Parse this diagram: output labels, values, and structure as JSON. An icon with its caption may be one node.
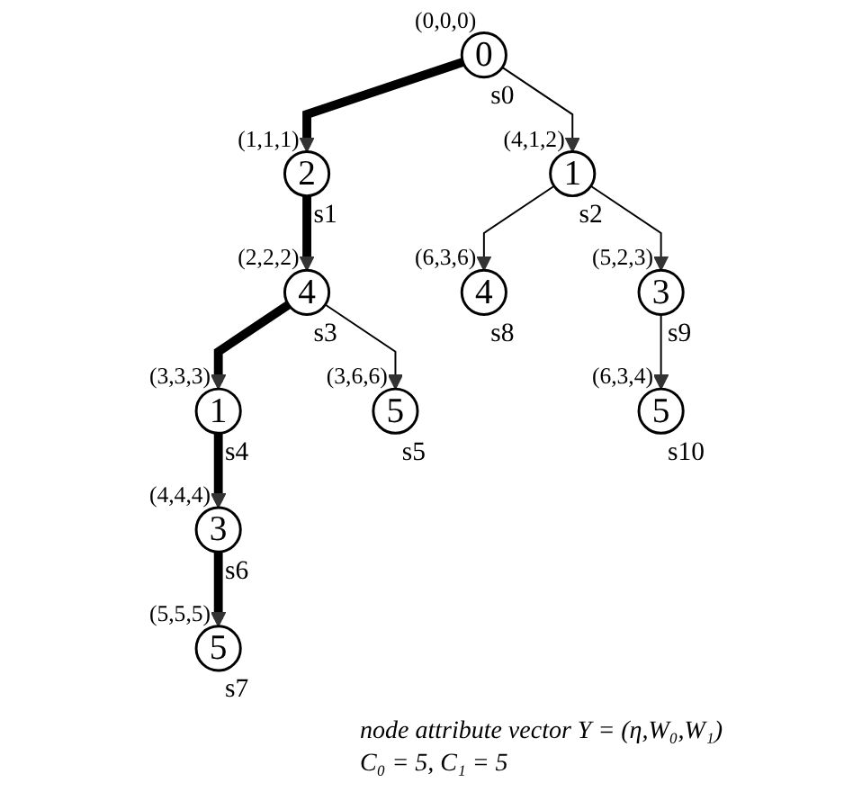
{
  "diagram": {
    "nodes": [
      {
        "text": [
          "0"
        ],
        "beside": [
          "(0,0,0)",
          "s0"
        ]
      },
      {
        "text": [
          "2"
        ],
        "beside": [
          "(1,1,1)",
          "s1"
        ]
      },
      {
        "text": [
          "1"
        ],
        "beside": [
          "(4,1,2)",
          "s2"
        ]
      },
      {
        "text": [
          "4"
        ],
        "beside": [
          "(2,2,2)",
          "s3"
        ]
      },
      {
        "text": [
          "4"
        ],
        "beside": [
          "(6,3,6)",
          "s8"
        ]
      },
      {
        "text": [
          "3"
        ],
        "beside": [
          "(5,2,3)",
          "s9"
        ]
      },
      {
        "text": [
          "1"
        ],
        "beside": [
          "(3,3,3)",
          "s4"
        ]
      },
      {
        "text": [
          "5"
        ],
        "beside": [
          "(3,6,6)",
          "s5"
        ]
      },
      {
        "text": [
          "5"
        ],
        "beside": [
          "(6,3,4)",
          "s10"
        ]
      },
      {
        "text": [
          "3"
        ],
        "beside": [
          "(4,4,4)",
          "s6"
        ]
      },
      {
        "text": [
          "5"
        ],
        "beside": [
          "(5,5,5)",
          "s7"
        ]
      }
    ],
    "edges": [
      {
        "from": 0,
        "to": 1,
        "arrow": "to",
        "style": "thick"
      },
      {
        "from": 0,
        "to": 2,
        "arrow": "to"
      },
      {
        "from": 1,
        "to": 3,
        "arrow": "to",
        "style": "thick"
      },
      {
        "from": 2,
        "to": 4,
        "arrow": "to"
      },
      {
        "from": 2,
        "to": 5,
        "arrow": "to"
      },
      {
        "from": 3,
        "to": 6,
        "arrow": "to",
        "style": "thick"
      },
      {
        "from": 3,
        "to": 7,
        "arrow": "to"
      },
      {
        "from": 5,
        "to": 8,
        "arrow": "to"
      },
      {
        "from": 6,
        "to": 9,
        "arrow": "to",
        "style": "thick"
      },
      {
        "from": 9,
        "to": 10,
        "arrow": "to",
        "style": "thick"
      }
    ],
    "labels": [
      "node attribute vector Y = (η,W₀,W₁)",
      "C₀ = 5, C₁ = 5"
    ]
  }
}
